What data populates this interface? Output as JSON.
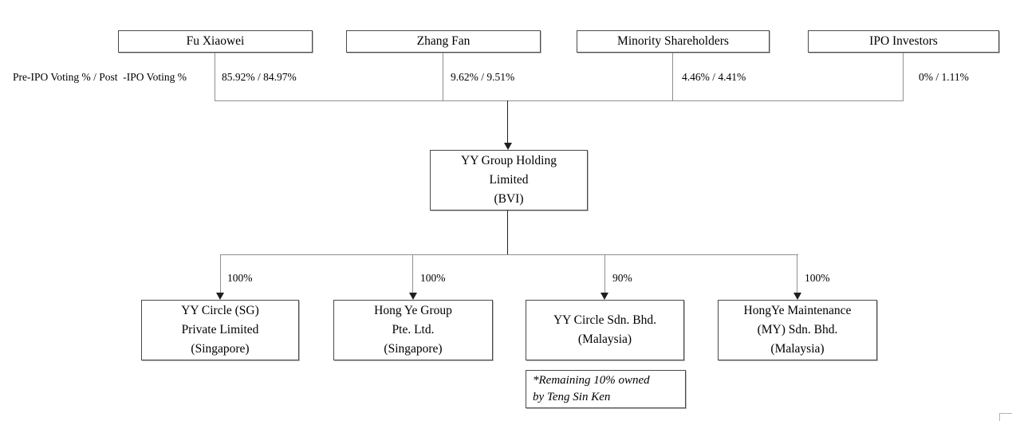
{
  "colors": {
    "background": "#ffffff",
    "connector_gray": "#8f8f8f",
    "connector_black": "#1f1f1f",
    "box_border": "#4a4a4a",
    "corner_artifact": "#b3b3b3"
  },
  "diagram": {
    "axis_label": "Pre-IPO Voting % / Post  -IPO Voting %",
    "shareholders": [
      {
        "name": "Fu Xiaowei",
        "voting": "85.92% / 84.97%"
      },
      {
        "name": "Zhang Fan",
        "voting": "9.62% / 9.51%"
      },
      {
        "name": "Minority Shareholders",
        "voting": "4.46% / 4.41%"
      },
      {
        "name": "IPO Investors",
        "voting": "0% / 1.11%"
      }
    ],
    "holding_company": {
      "name": "YY Group Holding\nLimited\n(BVI)"
    },
    "subsidiaries": [
      {
        "ownership": "100%",
        "name": "YY Circle (SG)\nPrivate Limited\n(Singapore)"
      },
      {
        "ownership": "100%",
        "name": "Hong Ye Group\nPte. Ltd.\n(Singapore)"
      },
      {
        "ownership": "90%",
        "name": "YY Circle Sdn. Bhd.\n(Malaysia)"
      },
      {
        "ownership": "100%",
        "name": "HongYe Maintenance\n(MY) Sdn. Bhd.\n(Malaysia)"
      }
    ],
    "footnote": "*Remaining 10% owned\nby Teng Sin Ken"
  }
}
